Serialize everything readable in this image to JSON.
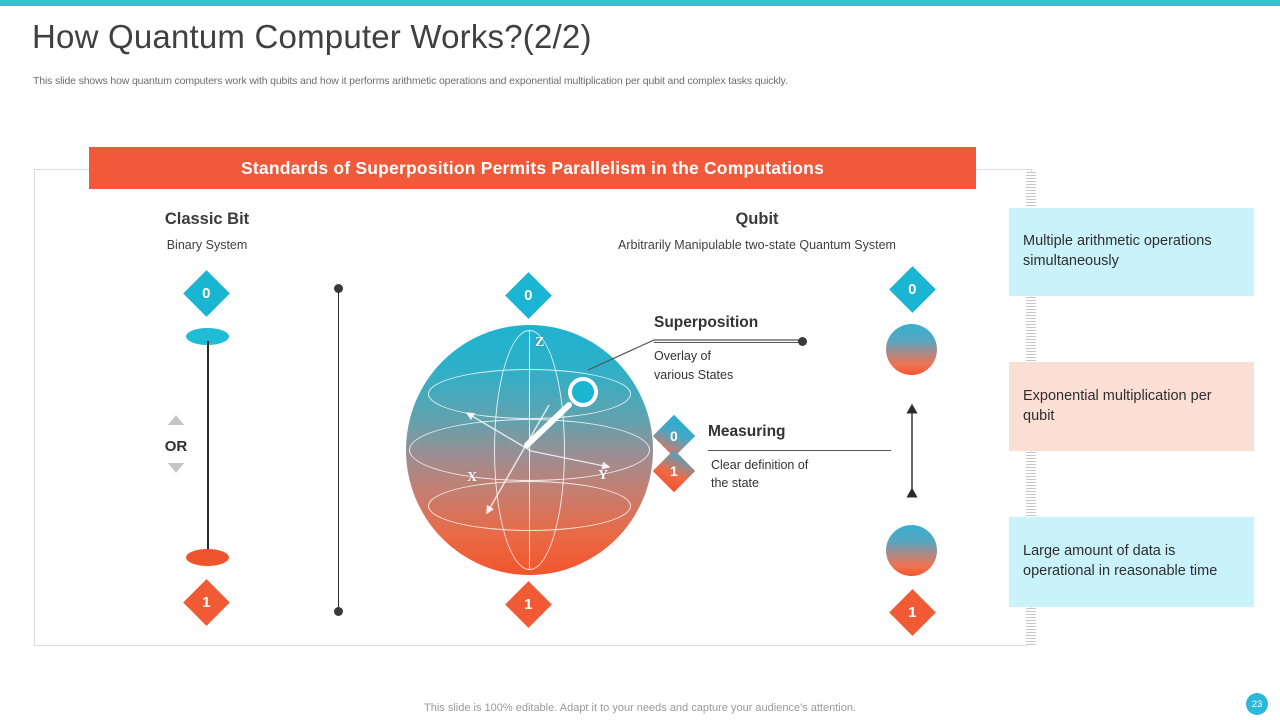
{
  "header": {
    "title": "How Quantum Computer Works?(2/2)",
    "subtitle": "This slide shows how quantum computers work with qubits and how it performs arithmetic operations and exponential multiplication per qubit and complex tasks quickly."
  },
  "banner": {
    "text": "Standards of Superposition Permits Parallelism in the Computations",
    "bg_color": "#f1593a",
    "text_color": "#ffffff"
  },
  "classic_bit": {
    "title": "Classic Bit",
    "subtitle": "Binary System",
    "state_top": "0",
    "state_bottom": "1",
    "or_label": "OR"
  },
  "qubit": {
    "title": "Qubit",
    "subtitle": "Arbitrarily Manipulable two-state Quantum System",
    "state_top": "0",
    "state_bottom": "1",
    "sphere": {
      "axis_z": "Z",
      "axis_x": "X",
      "axis_y": "Y"
    },
    "right_state_top": "0",
    "right_state_bottom": "1"
  },
  "superposition": {
    "title": "Superposition",
    "body": "Overlay of\nvarious States"
  },
  "measuring": {
    "title": "Measuring",
    "body": "Clear definition of\nthe state",
    "state_top": "0",
    "state_bottom": "1"
  },
  "callouts": [
    {
      "text": "Multiple arithmetic operations simultaneously",
      "bg_color": "#c9f2fa"
    },
    {
      "text": "Exponential multiplication per qubit",
      "bg_color": "#fbdfd5"
    },
    {
      "text": "Large amount of data is operational in reasonable time",
      "bg_color": "#c9f2fa"
    }
  ],
  "footer": {
    "note": "This slide is 100% editable. Adapt it to your needs and capture your audience's attention.",
    "page_number": "23"
  },
  "theme": {
    "accent_cyan": "#3cbcce",
    "diamond_cyan": "#19b5d2",
    "diamond_orange": "#f05a35",
    "title_color": "#404040"
  }
}
